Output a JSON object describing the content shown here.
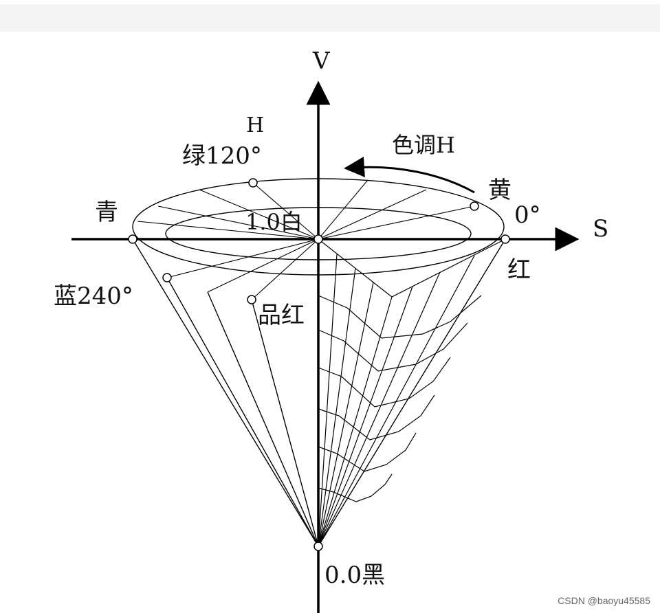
{
  "diagram": {
    "axes": {
      "v": "V",
      "s": "S"
    },
    "hue_arrow": "色调H",
    "h_label": "H",
    "labels": {
      "green": "绿120°",
      "cyan": "青",
      "yellow": "黄",
      "zero": "0°",
      "red": "红",
      "blue": "蓝240°",
      "magenta": "品红",
      "white": "1.0白",
      "black": "0.0黑"
    }
  },
  "watermark": "CSDN @baoyu45585"
}
